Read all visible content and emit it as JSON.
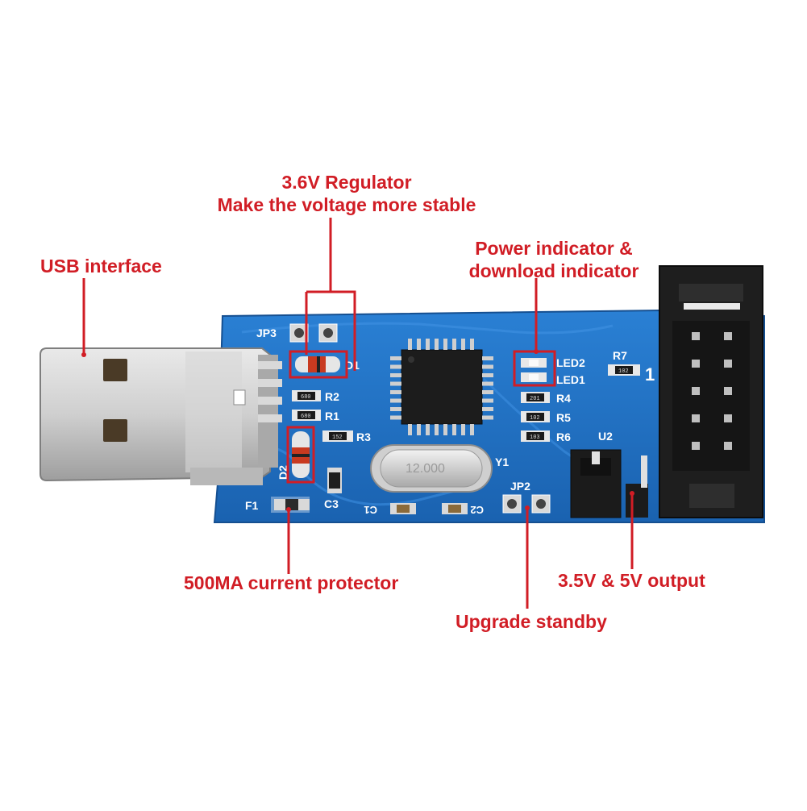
{
  "colors": {
    "annotation": "#d11d25",
    "pcb": "#1f6fc2",
    "silkscreen": "#ffffff",
    "usb_metal": "#c9c9c9",
    "chip": "#1c1c1c",
    "header": "#1e1e1e"
  },
  "callouts": {
    "regulator_title": "3.6V Regulator",
    "regulator_sub": "Make the voltage more stable",
    "usb": "USB interface",
    "indicator_line1": "Power indicator &",
    "indicator_line2": "download indicator",
    "fuse": "500MA current protector",
    "output": "3.5V & 5V output",
    "upgrade": "Upgrade standby"
  },
  "silkscreen": {
    "jp3": "JP3",
    "d1": "D1",
    "r2": "R2",
    "r1": "R1",
    "r3": "R3",
    "d2": "D2",
    "c3": "C3",
    "f1": "F1",
    "c1": "C1",
    "c2": "C2",
    "y1": "Y1",
    "jp2": "JP2",
    "led2": "LED2",
    "led1": "LED1",
    "r4": "R4",
    "r5": "R5",
    "r6": "R6",
    "r7": "R7",
    "u2": "U2",
    "pin1": "1",
    "crystal": "12.000",
    "res_680a": "680",
    "res_680b": "680",
    "res_152": "152",
    "res_201": "201",
    "res_102a": "102",
    "res_103": "103",
    "res_102b": "102"
  }
}
